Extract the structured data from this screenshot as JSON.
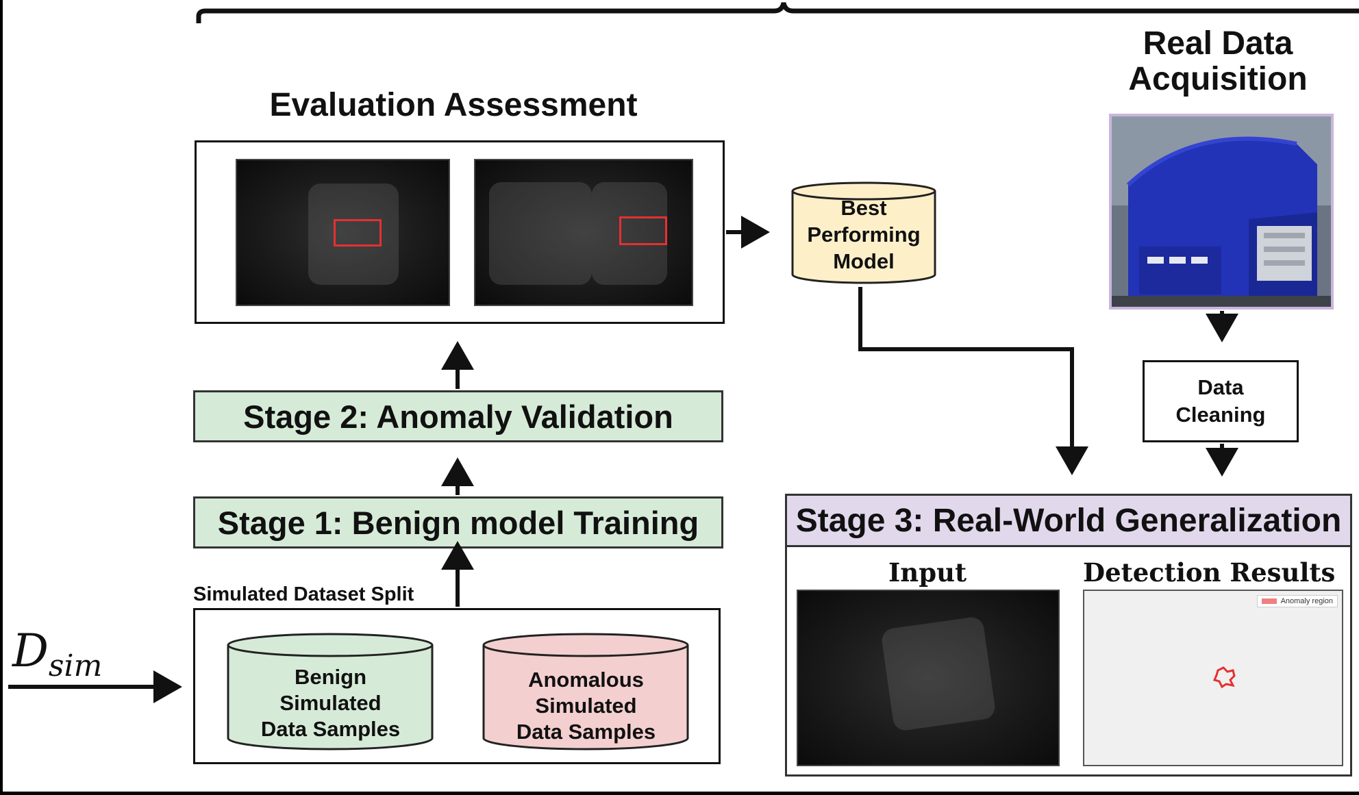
{
  "section_headings": {
    "evaluation": "Evaluation Assessment",
    "real_data": [
      "Real Data",
      "Acquisition"
    ]
  },
  "stages": {
    "stage1": "Stage 1: Benign model Training",
    "stage2": "Stage 2: Anomaly Validation",
    "stage3": "Stage 3: Real-World Generalization"
  },
  "best_model": [
    "Best",
    "Performing",
    "Model"
  ],
  "data_cleaning": [
    "Data",
    "Cleaning"
  ],
  "dataset_split_label": "Simulated Dataset Split",
  "cylinders": {
    "benign": [
      "Benign",
      "Simulated",
      "Data Samples"
    ],
    "anomalous": [
      "Anomalous",
      "Simulated",
      "Data Samples"
    ]
  },
  "input_symbol": {
    "base": "D",
    "subscript": "sim"
  },
  "stage3_panels": {
    "input_title": "Input",
    "results_title": "Detection Results",
    "legend": "Anomaly region"
  },
  "colors": {
    "stage_green": "#d6ead8",
    "stage_purple": "#e2d8ec",
    "cylinder_benign": "#d6ead8",
    "cylinder_anomalous": "#f4cfcf",
    "cylinder_best": "#fdf0c9",
    "anomaly_red": "#e53030",
    "shelter_blue": "#2233b8"
  },
  "icons": [
    "arrow-up-icon",
    "arrow-right-icon",
    "arrow-down-icon",
    "cylinder-icon",
    "shelter-photo",
    "top-brace"
  ]
}
